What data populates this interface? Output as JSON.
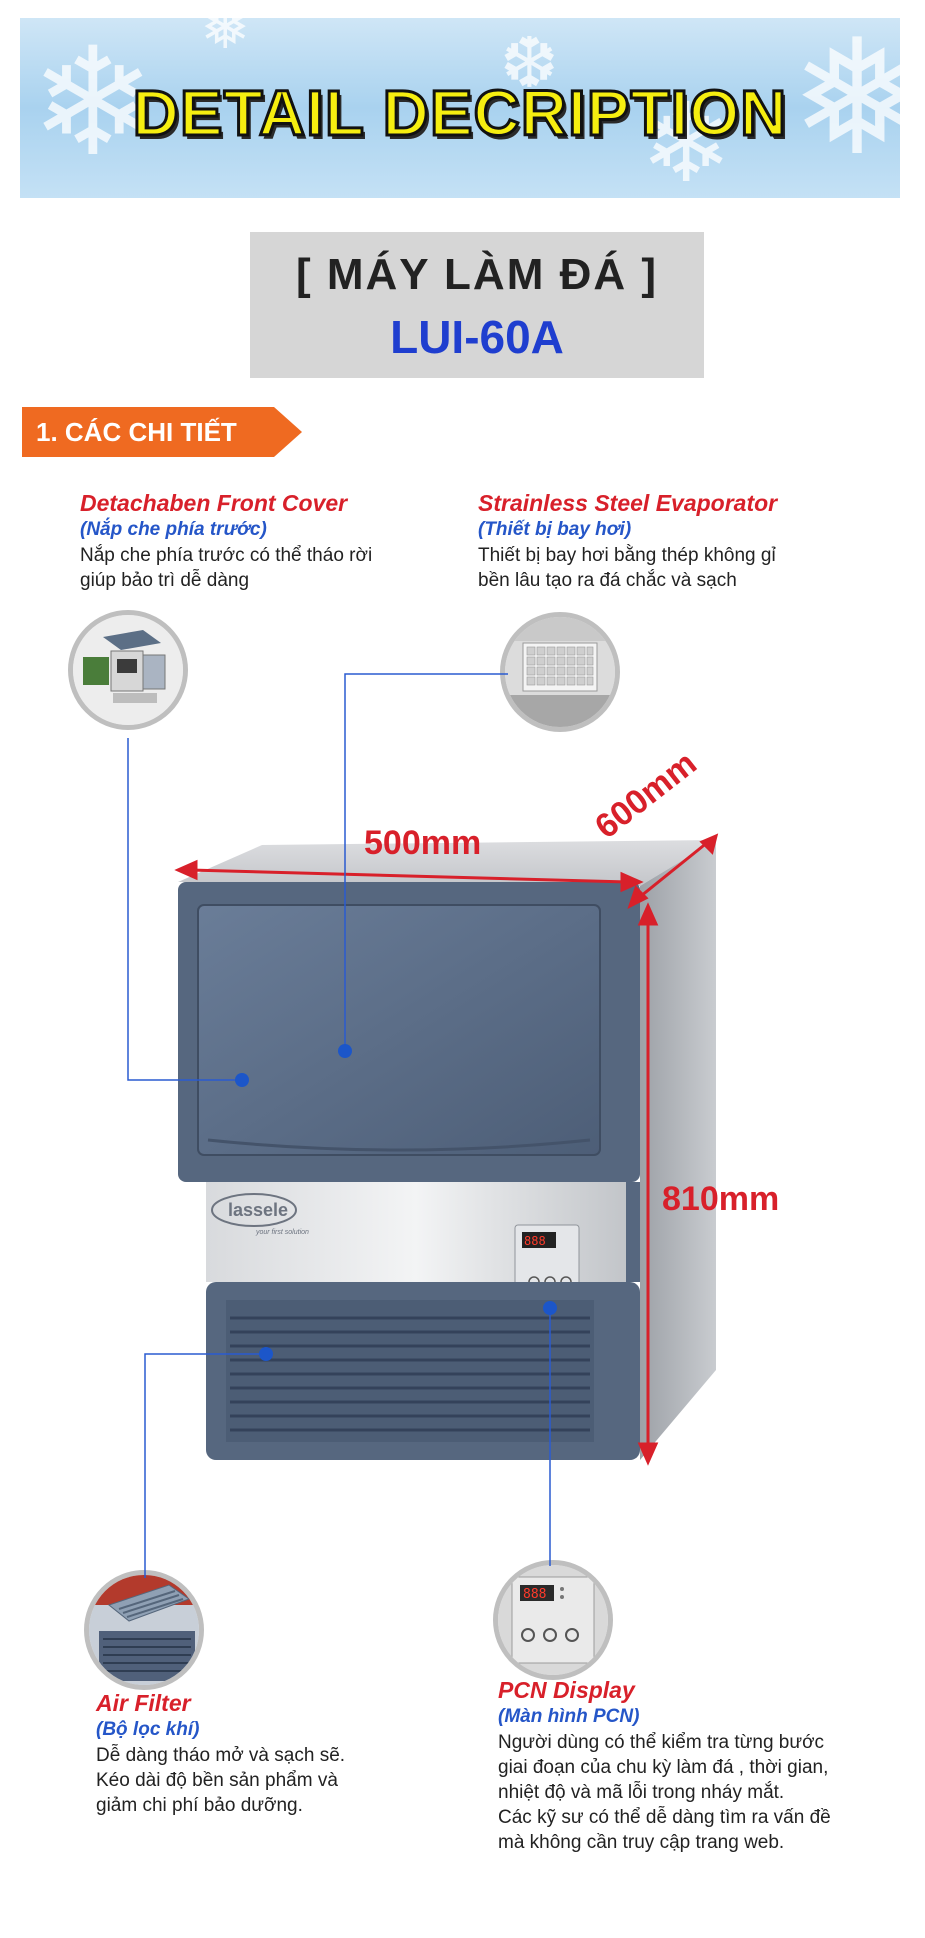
{
  "banner": {
    "title": "DETAIL DECRIPTION"
  },
  "product": {
    "name_line": "[ MÁY LÀM ĐÁ ]",
    "model": "LUI-60A"
  },
  "section": {
    "label": "1. CÁC CHI TIẾT"
  },
  "features": {
    "front_cover": {
      "title": "Detachaben Front Cover",
      "subtitle": "(Nắp che phía trước)",
      "desc": "Nắp che phía trước có thể tháo rời\ngiúp bảo trì dễ dàng"
    },
    "evaporator": {
      "title": "Strainless Steel Evaporator",
      "subtitle": "(Thiết bị bay hơi)",
      "desc": "Thiết bị bay hơi bằng thép không gỉ\nbền lâu tạo ra đá chắc và sạch"
    },
    "air_filter": {
      "title": "Air Filter",
      "subtitle": "(Bộ lọc khí)",
      "desc": "Dễ dàng tháo mở và sạch sẽ.\nKéo dài độ bền sản phẩm và\ngiảm chi phí bảo dưỡng."
    },
    "pcn_display": {
      "title": "PCN Display",
      "subtitle": "(Màn hình PCN)",
      "desc": "Người dùng có thể kiểm tra từng bước\ngiai đoạn của chu kỳ làm đá , thời gian,\nnhiệt độ và mã lỗi trong nháy mắt.\nCác kỹ sư có thể dễ dàng tìm ra vấn đề\nmà không cần truy cập trang web."
    }
  },
  "dimensions": {
    "width": "500mm",
    "depth": "600mm",
    "height": "810mm"
  },
  "machine": {
    "brand": "lassele",
    "slogan": "your first solution",
    "display_digits": "888"
  },
  "colors": {
    "accent_orange": "#ef6a21",
    "title_red": "#d8202a",
    "subtitle_blue": "#2556c8",
    "model_blue": "#1f3ecf",
    "banner_yellow": "#f6ee10",
    "machine_panel": "#5f7390",
    "dot_blue": "#1c56c9"
  }
}
